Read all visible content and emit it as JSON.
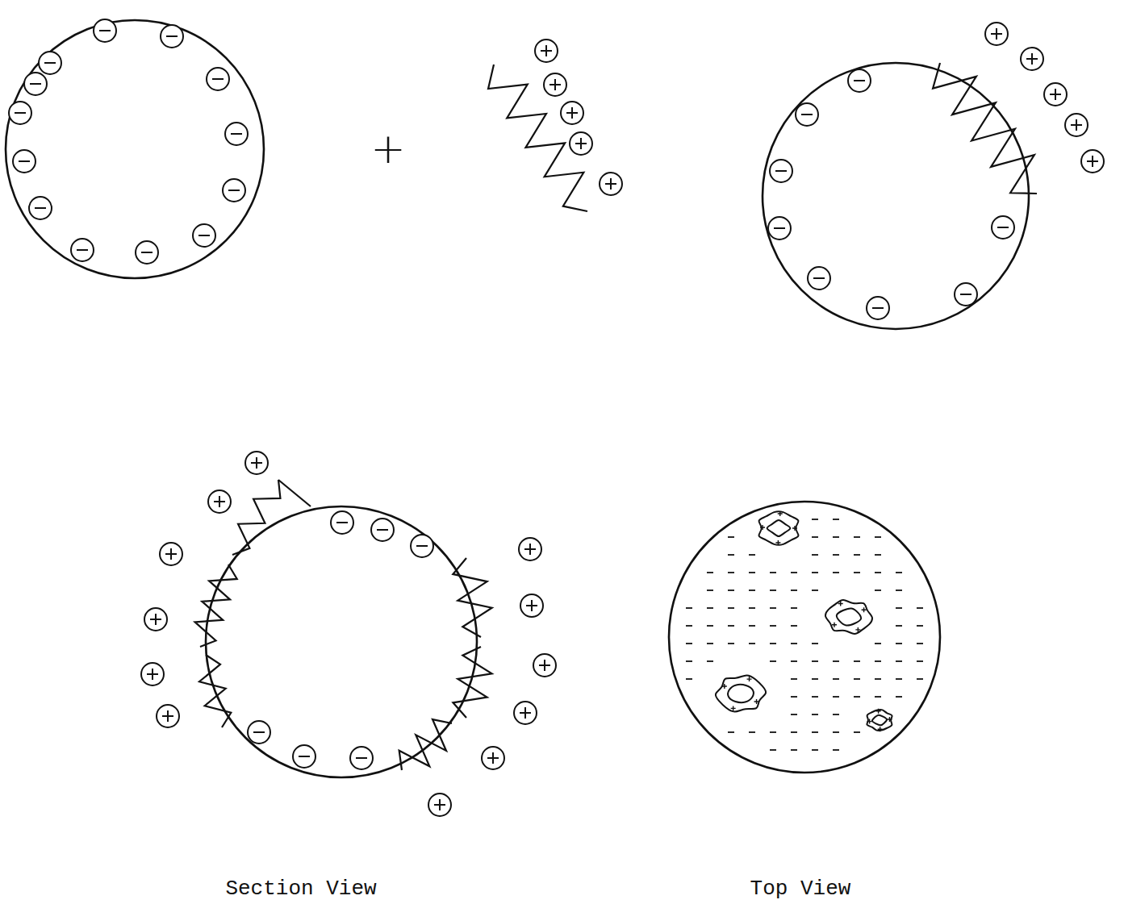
{
  "diagram": {
    "labels": [
      "+",
      "Section View",
      "Top View"
    ]
  }
}
